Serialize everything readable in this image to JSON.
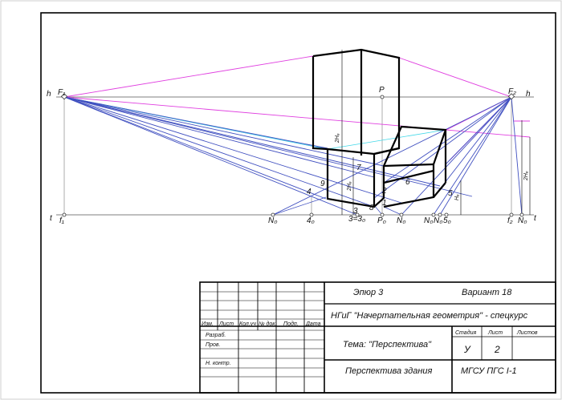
{
  "labels": {
    "h_left": "h",
    "h_right": "h",
    "t_left": "t",
    "t_right": "t",
    "F1": "F₁",
    "F2": "F₂",
    "P": "P",
    "f1": "f₁",
    "f2": "f₂",
    "N1_0": "N₀",
    "n4_0": "4₀",
    "n3_0": "3=3₀",
    "P0": "P₀",
    "N2_0": "N₀",
    "N3_0": "N₀",
    "N4_0": "N₀",
    "n5_0": "5₀",
    "N5_0": "N₀",
    "h2H1_left": "2Hₑ",
    "h2H1_mid": "2Hₑ",
    "h2H1_right": "2Hₑ",
    "hH1": "Hₑ",
    "p1": "1",
    "p2": "2",
    "p3": "3",
    "p4": "4",
    "p5": "5",
    "p6": "6",
    "p7": "7",
    "p8": "8",
    "p9": "9"
  },
  "title_block": {
    "epure": "Эпюр 3",
    "variant": "Вариант 18",
    "discipline": "НГиГ  \"Начертательная геометрия\" - спецкурс",
    "topic": "Тема: \"Перспектива\"",
    "name": "Перспектива здания",
    "org": "МГСУ ПГС I-1",
    "col_izm": "Изм.",
    "col_list": "Лист",
    "col_kol": "Кол.уч",
    "col_doc": "№ док.",
    "col_podp": "Подп.",
    "col_data": "Дата",
    "row_razrab": "Разраб.",
    "row_prov": "Пров.",
    "row_nkontr": "Н. контр.",
    "stadia_label": "Стадия",
    "list_label": "Лист",
    "listov_label": "Листов",
    "stadia_value": "У",
    "list_value": "2"
  },
  "colors": {
    "magenta": "#e040e0",
    "blue": "#4050c0",
    "cyan": "#40d8e8",
    "frame": "#000000"
  }
}
